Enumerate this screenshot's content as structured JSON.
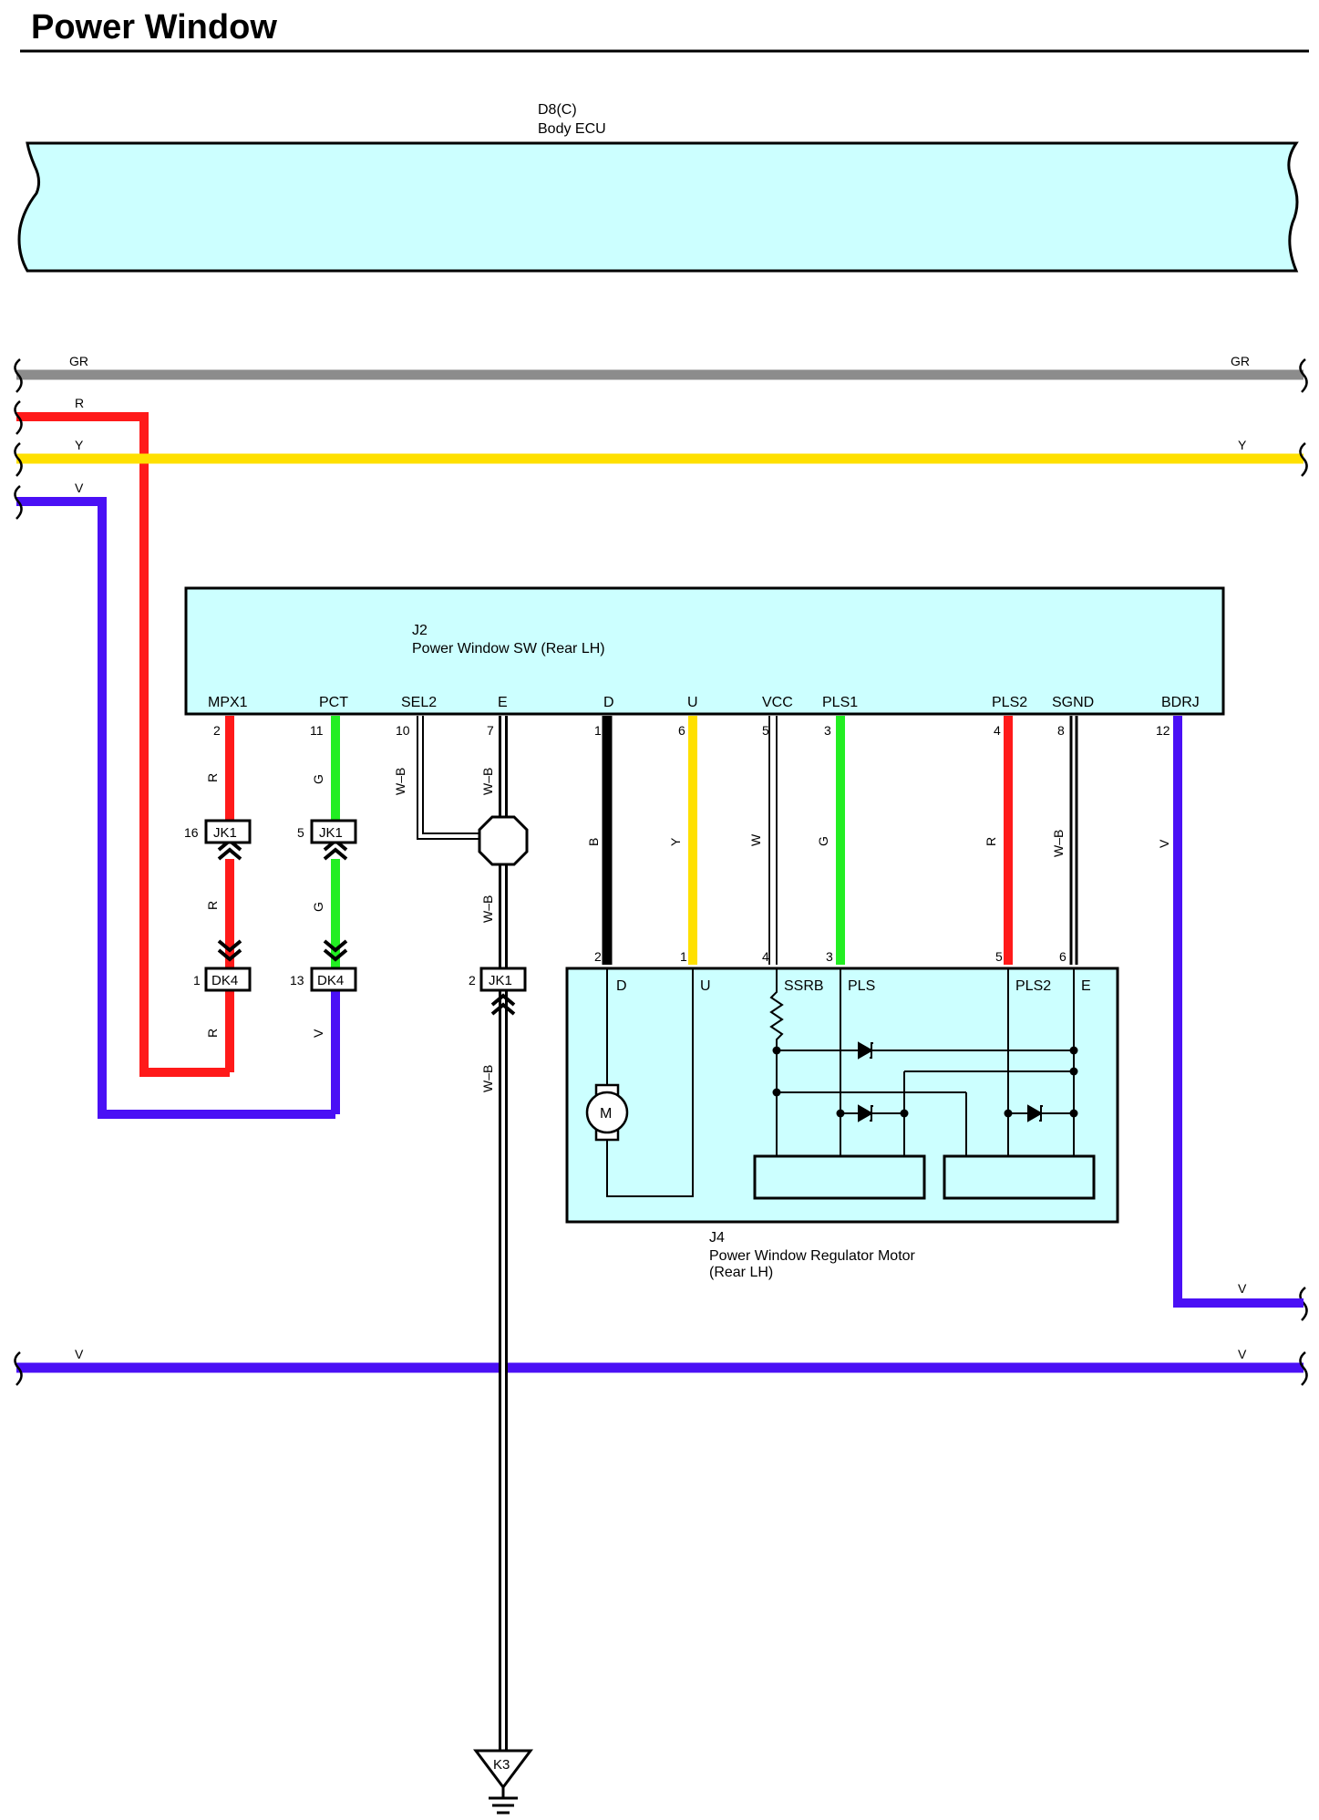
{
  "title": "Power Window",
  "colors": {
    "box_fill": "#ccffff",
    "R": "#ff1a1a",
    "G": "#22ee22",
    "Y": "#ffe000",
    "V": "#4a10f5",
    "GR": "#8c8c8c",
    "B": "#000000",
    "W": "#ffffff"
  },
  "body_ecu": {
    "id": "D8(C)",
    "name": "Body ECU"
  },
  "bus_lines": {
    "gr_left": "GR",
    "gr_right": "GR",
    "r_left": "R",
    "y_left": "Y",
    "y_right": "Y",
    "v_top_left": "V",
    "v_bdrj_right": "V",
    "v_bottom_left": "V",
    "v_bottom_right": "V"
  },
  "switch": {
    "id": "J2",
    "name": "Power Window SW (Rear LH)",
    "pins": [
      {
        "name": "MPX1",
        "num": "2"
      },
      {
        "name": "PCT",
        "num": "11"
      },
      {
        "name": "SEL2",
        "num": "10"
      },
      {
        "name": "E",
        "num": "7"
      },
      {
        "name": "D",
        "num": "1"
      },
      {
        "name": "U",
        "num": "6"
      },
      {
        "name": "VCC",
        "num": "5"
      },
      {
        "name": "PLS1",
        "num": "3"
      },
      {
        "name": "PLS2",
        "num": "4"
      },
      {
        "name": "SGND",
        "num": "8"
      },
      {
        "name": "BDRJ",
        "num": "12"
      }
    ]
  },
  "wire_labels": {
    "mpx1_upper": "R",
    "mpx1_mid": "R",
    "mpx1_lower": "R",
    "pct_upper": "G",
    "pct_mid": "G",
    "pct_lower": "V",
    "sel2": "W–B",
    "e_upper": "W–B",
    "e_mid": "W–B",
    "e_lower": "W–B",
    "d": "B",
    "u": "Y",
    "vcc": "W",
    "pls1": "G",
    "pls2": "R",
    "sgnd": "W–B",
    "bdrj": "V"
  },
  "junctions": {
    "jk1_a": {
      "name": "JK1",
      "pin": "16"
    },
    "jk1_b": {
      "name": "JK1",
      "pin": "5"
    },
    "dk4_a": {
      "name": "DK4",
      "pin": "1"
    },
    "dk4_b": {
      "name": "DK4",
      "pin": "13"
    },
    "jk1_c": {
      "name": "JK1",
      "pin": "2"
    }
  },
  "motor": {
    "id": "J4",
    "name_line1": "Power Window Regulator Motor",
    "name_line2": "(Rear LH)",
    "symbol": "M",
    "pin_nums": {
      "d": "2",
      "u": "1",
      "ssrb": "4",
      "pls": "3",
      "pls2": "5",
      "e": "6"
    },
    "pin_names": {
      "d": "D",
      "u": "U",
      "ssrb": "SSRB",
      "pls": "PLS",
      "pls2": "PLS2",
      "e": "E"
    }
  },
  "ground": {
    "name": "K3"
  }
}
